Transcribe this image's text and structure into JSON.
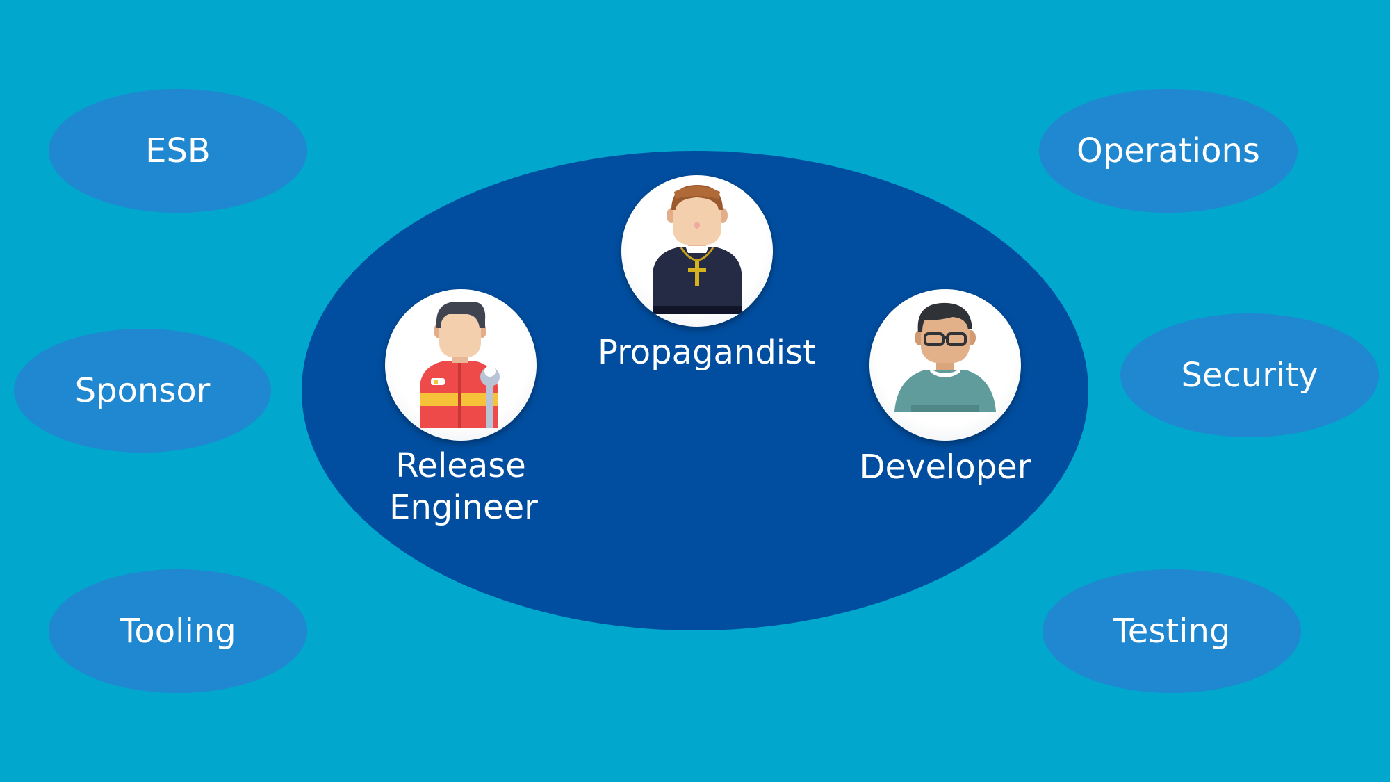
{
  "outer_roles": {
    "esb": "ESB",
    "sponsor": "Sponsor",
    "tooling": "Tooling",
    "operations": "Operations",
    "security": "Security",
    "testing": "Testing"
  },
  "core_roles": {
    "propagandist": "Propagandist",
    "release_engineer_line1": "Release",
    "release_engineer_line2": "Engineer",
    "developer": "Developer"
  },
  "colors": {
    "background": "#01a7cc",
    "outer_oval": "#2087d1",
    "core_oval": "#014ea0",
    "text": "#ffffff"
  },
  "icons": {
    "propagandist": "priest-avatar-icon",
    "release_engineer": "mechanic-avatar-icon",
    "developer": "developer-avatar-icon"
  }
}
